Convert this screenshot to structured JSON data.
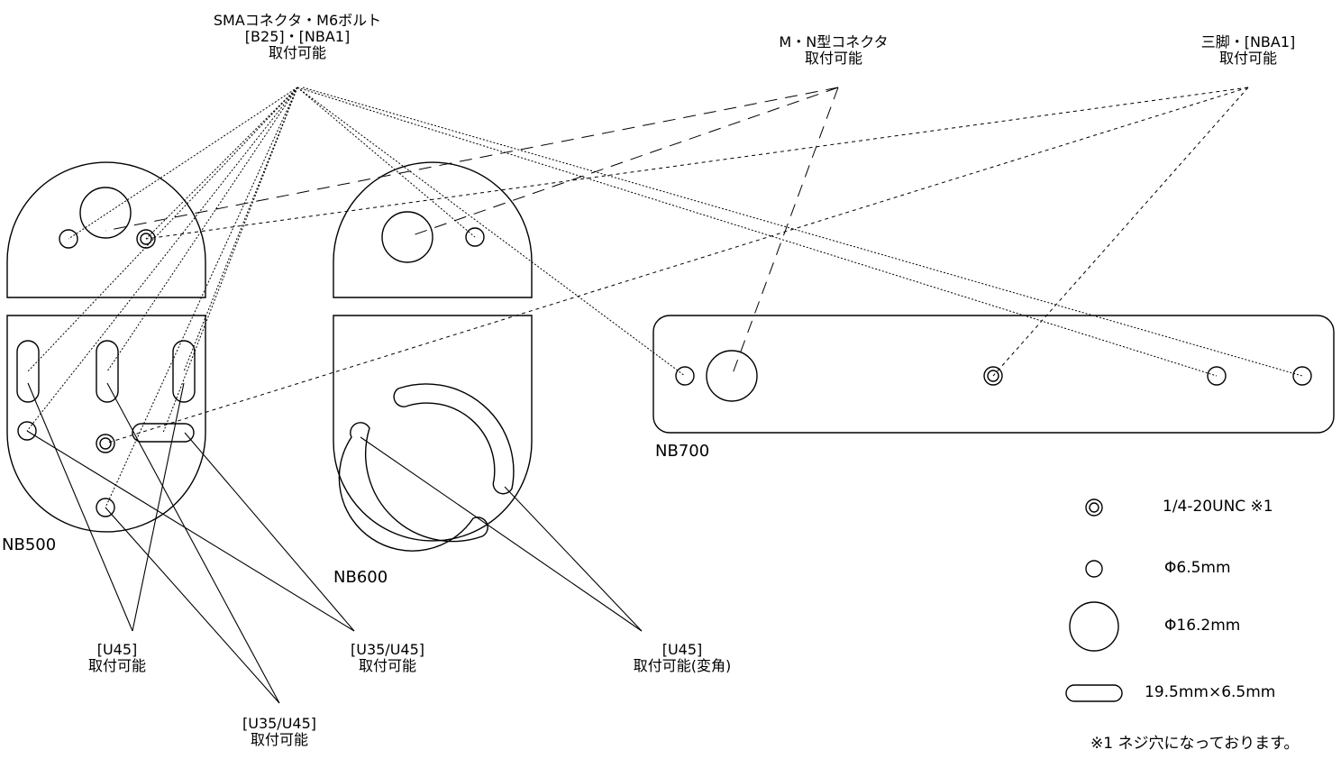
{
  "callouts": {
    "sma": {
      "line1": "SMAコネクタ・M6ボルト",
      "line2": "[B25]・[NBA1]",
      "line3": "取付可能"
    },
    "mn": {
      "line1": "M・N型コネクタ",
      "line2": "取付可能"
    },
    "tripod": {
      "line1": "三脚・[NBA1]",
      "line2": "取付可能"
    },
    "u45_left": {
      "line1": "[U45]",
      "line2": "取付可能"
    },
    "u35_mid": {
      "line1": "[U35/U45]",
      "line2": "取付可能"
    },
    "u35_bottom": {
      "line1": "[U35/U45]",
      "line2": "取付可能"
    },
    "u45_right": {
      "line1": "[U45]",
      "line2": "取付可能(変角)"
    }
  },
  "plates": {
    "nb500": "NB500",
    "nb600": "NB600",
    "nb700": "NB700"
  },
  "legend": [
    {
      "icon": "double-ring-hole-icon",
      "text": "1/4-20UNC ※1"
    },
    {
      "icon": "small-hole-icon",
      "text": "Φ6.5mm"
    },
    {
      "icon": "large-hole-icon",
      "text": "Φ16.2mm"
    },
    {
      "icon": "slot-hole-icon",
      "text": "19.5mm×6.5mm"
    }
  ],
  "footnote": "※1 ネジ穴になっております。"
}
